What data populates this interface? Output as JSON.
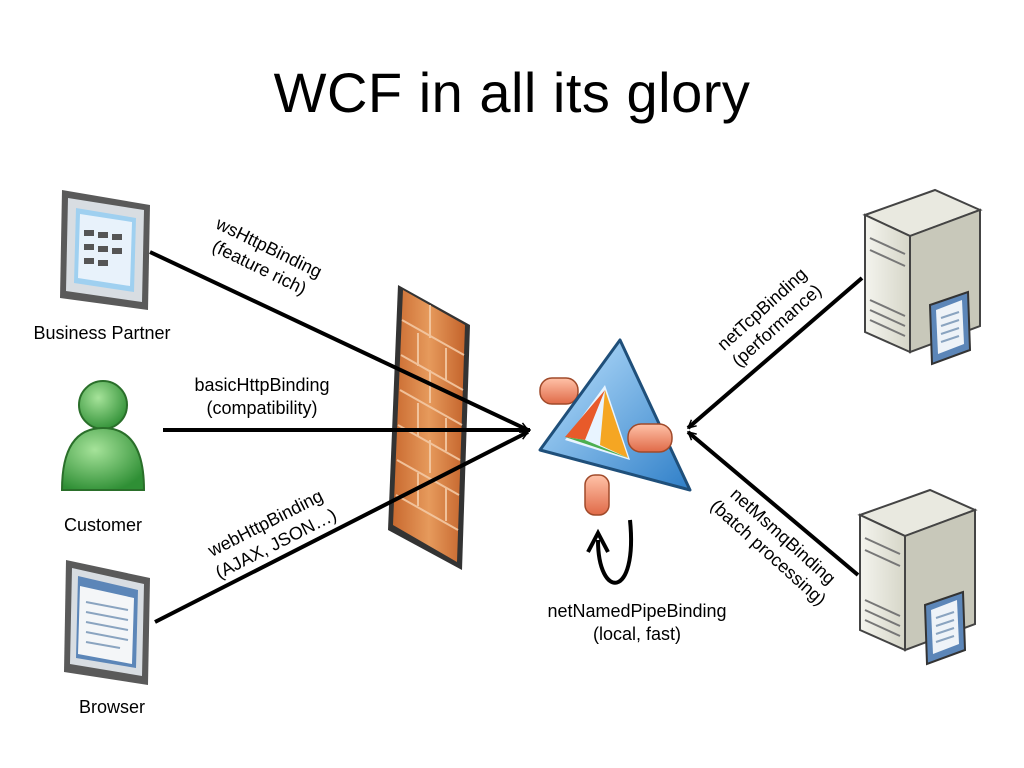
{
  "title": "WCF in all its glory",
  "clients": {
    "business_partner": "Business Partner",
    "customer": "Customer",
    "browser": "Browser"
  },
  "bindings": {
    "ws": {
      "name": "wsHttpBinding",
      "note": "(feature rich)"
    },
    "basic": {
      "name": "basicHttpBinding",
      "note": "(compatibility)"
    },
    "web": {
      "name": "webHttpBinding",
      "note": "(AJAX, JSON…)"
    },
    "tcp": {
      "name": "netTcpBinding",
      "note": "(performance)"
    },
    "msmq": {
      "name": "netMsmqBinding",
      "note": "(batch processing)"
    },
    "pipe": {
      "name": "netNamedPipeBinding",
      "note": "(local, fast)"
    }
  },
  "icons": {
    "business_partner": "monitor-app-icon",
    "customer": "person-icon",
    "browser": "monitor-browser-icon",
    "firewall": "firewall-brick-icon",
    "service": "wcf-service-icon",
    "server_top": "server-icon",
    "server_bottom": "server-icon"
  },
  "colors": {
    "firewall": "#d9854a",
    "person": "#4caf50",
    "service_blue": "#3a8fd6",
    "pipe": "#f08a6a",
    "arrow": "#000000"
  }
}
